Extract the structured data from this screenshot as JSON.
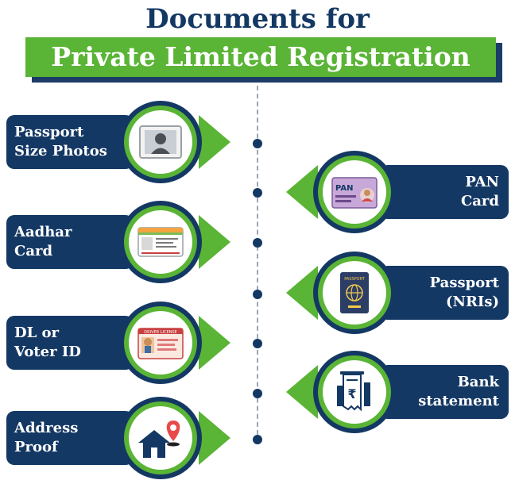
{
  "title": {
    "line1": "Documents for",
    "line2": "Private Limited Registration"
  },
  "left_items": [
    {
      "label": "Passport\nSize Photos",
      "icon": "passport-photo-icon"
    },
    {
      "label": "Aadhar\nCard",
      "icon": "aadhar-card-icon"
    },
    {
      "label": "DL or\nVoter ID",
      "icon": "driver-license-icon"
    },
    {
      "label": "Address\nProof",
      "icon": "home-location-icon"
    }
  ],
  "right_items": [
    {
      "label": "PAN\nCard",
      "icon": "pan-card-icon"
    },
    {
      "label": "Passport\n(NRIs)",
      "icon": "passport-book-icon"
    },
    {
      "label": "Bank\nstatement",
      "icon": "bank-receipt-icon"
    }
  ],
  "icon_texts": {
    "pan": "PAN",
    "passport": "PASSPORT",
    "license": "DRIVER LICENSE"
  },
  "colors": {
    "navy": "#143864",
    "green": "#5ab435",
    "white": "#ffffff"
  }
}
